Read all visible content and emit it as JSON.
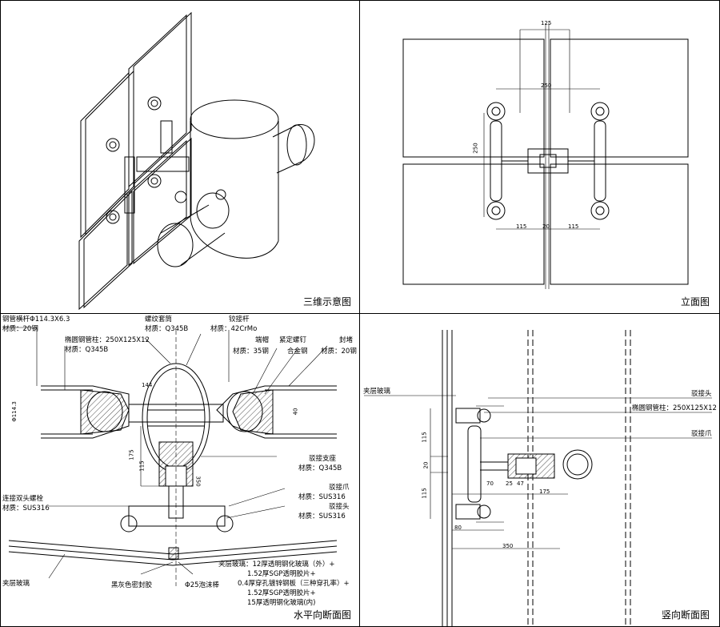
{
  "panels": {
    "iso": {
      "caption": "三维示意图"
    },
    "elevation": {
      "caption": "立面图",
      "dims": {
        "top": "125",
        "mid": "250",
        "side": "250",
        "b1": "115",
        "b2": "20",
        "b3": "115"
      }
    },
    "horizontal": {
      "caption": "水平向断面图",
      "labels": {
        "beam": "钢管横杆Φ114.3X6.3",
        "beam_mat": "材质：20钢",
        "post": "椭圆钢管柱：250X125X12",
        "post_mat": "材质：Q345B",
        "sleeve": "螺纹套筒",
        "sleeve_mat": "材质：Q345B",
        "hinge": "铰接杆",
        "hinge_mat": "材质：42CrMo",
        "cap": "端帽",
        "cap_mat": "材质：35钢",
        "screw": "紧定螺钉",
        "screw_mat": "合金钢",
        "seal": "封堵",
        "seal_mat": "材质：20钢",
        "support": "驳接支座",
        "support_mat": "材质：Q345B",
        "bolt": "连接双头螺栓",
        "bolt_mat": "材质：SUS316",
        "claw": "驳接爪",
        "claw_mat": "材质：SUS316",
        "head": "驳接头",
        "head_mat": "材质：SUS316",
        "glass": "夹层玻璃",
        "sealant": "黑灰色密封胶",
        "foam": "Φ25泡沫棒",
        "spec1": "夹层玻璃：12厚透明钢化玻璃（外）+",
        "spec2": "1.52厚SGP透明胶片+",
        "spec3": "0.4厚穿孔镀锌钢板（三种穿孔率）+",
        "spec4": "1.52厚SGP透明胶片+",
        "spec5": "15厚透明钢化玻璃(内)"
      },
      "dims": {
        "d144": "144",
        "d114": "Φ114.3",
        "d175": "175",
        "d115": "115",
        "d350": "350",
        "d40": "40"
      }
    },
    "vertical": {
      "caption": "竖向断面图",
      "labels": {
        "glass": "夹层玻璃",
        "head": "驳接头",
        "post": "椭圆钢管柱：250X125X12",
        "claw": "驳接爪"
      },
      "dims": {
        "v115a": "115",
        "v20": "20",
        "v115b": "115",
        "h70": "70",
        "h25": "25",
        "h47": "47",
        "h175": "175",
        "h80": "80",
        "h350": "350"
      }
    }
  }
}
